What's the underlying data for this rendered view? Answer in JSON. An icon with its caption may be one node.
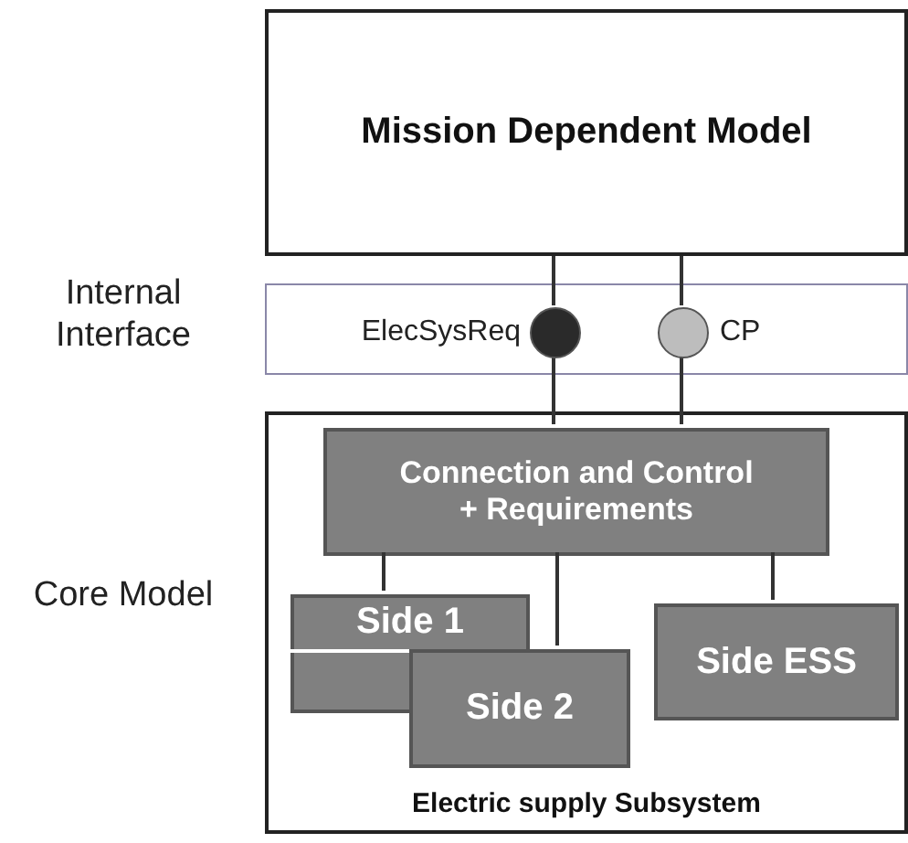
{
  "diagram": {
    "nodes": [
      {
        "text": [
          "Mission Dependent Model"
        ]
      },
      {
        "text": [],
        "shape": "box"
      },
      {
        "text": [],
        "shape": "circle",
        "in": 1,
        "beside": [
          "ElecSysReq"
        ]
      },
      {
        "text": [],
        "shape": "circle",
        "in": 1,
        "beside": [
          "CP"
        ]
      },
      {
        "text": [
          "Electric supply Subsystem"
        ]
      },
      {
        "text": [
          "Connection and Control + Requirements"
        ],
        "in": 4
      },
      {
        "text": [
          "Side 1"
        ],
        "in": 4
      },
      {
        "text": [
          "Side 2"
        ],
        "in": 4
      },
      {
        "text": [
          "Side ESS"
        ],
        "in": 4
      }
    ],
    "edges": [
      {
        "from": 0,
        "to": 2,
        "arrow": "none"
      },
      {
        "from": 2,
        "to": 5,
        "arrow": "none"
      },
      {
        "from": 0,
        "to": 3,
        "arrow": "none"
      },
      {
        "from": 3,
        "to": 5,
        "arrow": "none"
      },
      {
        "from": 5,
        "to": 6,
        "arrow": "none"
      },
      {
        "from": 5,
        "to": 7,
        "arrow": "none"
      },
      {
        "from": 5,
        "to": 8,
        "arrow": "none"
      }
    ],
    "labels": [
      "Internal Interface",
      "Core Model"
    ]
  }
}
